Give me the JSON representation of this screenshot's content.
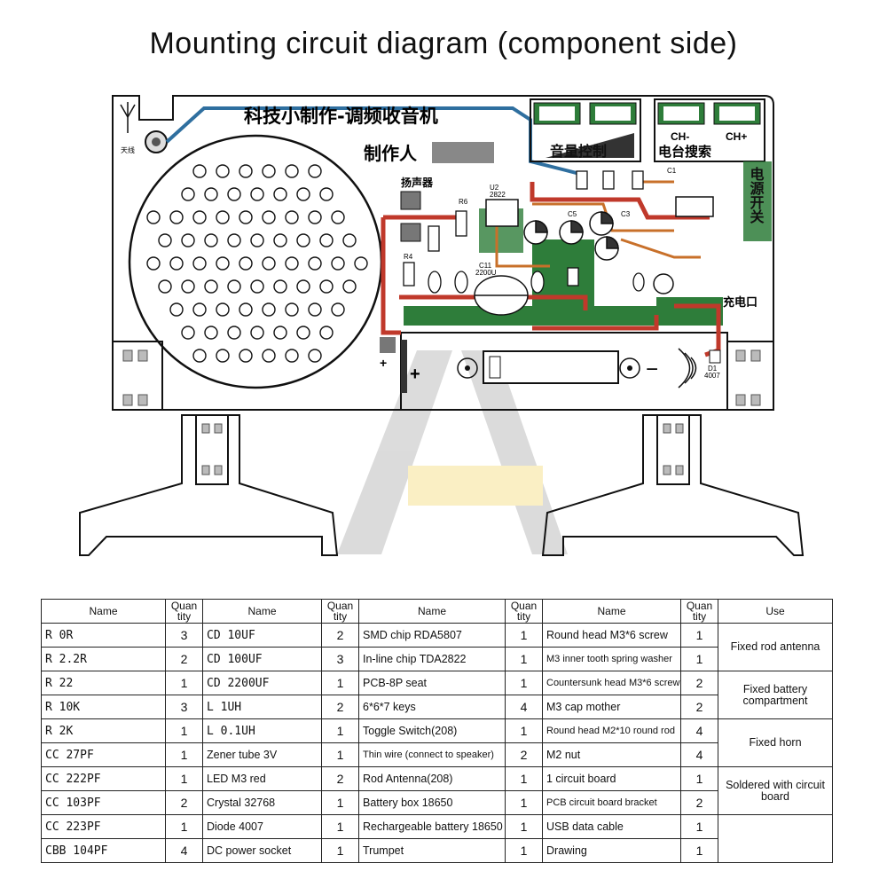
{
  "title": "Mounting circuit diagram (component side)",
  "board": {
    "title_cn": "科技小制作-调频收音机",
    "maker_cn": "制作人",
    "volume_cn": "音量控制",
    "search_cn": "电台搜索",
    "power_switch_cn": "电源开关",
    "speaker_cn": "扬声器",
    "antenna_cn": "天线",
    "charge_cn": "充电口",
    "ch_minus": "CH-",
    "ch_plus": "CH+",
    "u2": "U2",
    "u2_part": "2822",
    "r6": "R6",
    "r4": "R4",
    "c11": "C11",
    "c11_val": "2200U",
    "c1": "C1",
    "c5": "C5",
    "c3": "C3",
    "d1": "D1",
    "d1_part": "4007",
    "plus_sign": "+",
    "minus_sign": "−",
    "battery_plus": "+"
  },
  "table": {
    "headers": [
      "Name",
      "Quantity",
      "Name",
      "Quantity",
      "Name",
      "Quantity",
      "Name",
      "Quantity",
      "Use"
    ],
    "quan_top": "Quan",
    "quan_bottom": "tity",
    "rows": [
      [
        "R    0R",
        "3",
        "CD   10UF",
        "2",
        "SMD chip RDA5807",
        "1",
        "Round head M3*6 screw",
        "1"
      ],
      [
        "R   2.2R",
        "2",
        "CD   100UF",
        "3",
        "In-line chip TDA2822",
        "1",
        "M3 inner tooth spring washer",
        "1"
      ],
      [
        "R    22",
        "1",
        "CD  2200UF",
        "1",
        "PCB-8P seat",
        "1",
        "Countersunk head M3*6 screw",
        "2"
      ],
      [
        "R   10K",
        "3",
        "L  1UH",
        "2",
        "6*6*7 keys",
        "4",
        "M3 cap mother",
        "2"
      ],
      [
        "R    2K",
        "1",
        "L  0.1UH",
        "1",
        "Toggle Switch(208)",
        "1",
        "Round head M2*10 round rod",
        "4"
      ],
      [
        "CC   27PF",
        "1",
        "Zener tube 3V",
        "1",
        "Thin wire (connect to speaker)",
        "2",
        "M2 nut",
        "4"
      ],
      [
        "CC  222PF",
        "1",
        "LED M3 red",
        "2",
        "Rod Antenna(208)",
        "1",
        "1 circuit board",
        "1"
      ],
      [
        "CC  103PF",
        "2",
        "Crystal 32768",
        "1",
        "Battery box 18650",
        "1",
        "PCB circuit board bracket",
        "2"
      ],
      [
        "CC  223PF",
        "1",
        "Diode 4007",
        "1",
        "Rechargeable battery 18650",
        "1",
        "USB data cable",
        "1"
      ],
      [
        "CBB  104PF",
        "4",
        "DC power socket",
        "1",
        "Trumpet",
        "1",
        "Drawing",
        "1"
      ]
    ],
    "uses": [
      "Fixed rod antenna",
      "Fixed battery compartment",
      "Fixed horn",
      "Soldered with circuit board"
    ]
  }
}
